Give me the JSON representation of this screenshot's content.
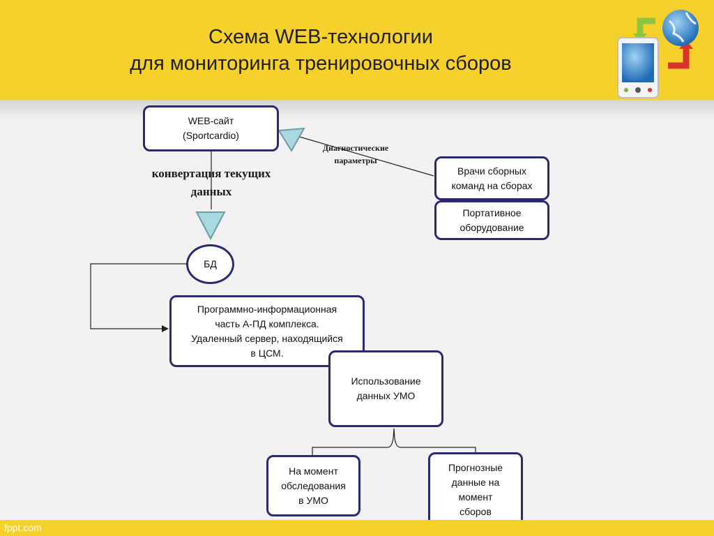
{
  "title": {
    "line1": "Схема WEB-технологии",
    "line2": "для мониторинга тренировочных сборов"
  },
  "nodes": {
    "web_site": {
      "line1": "WEB-сайт",
      "line2": "(Sportcardio)"
    },
    "doctors": {
      "line1": "Врачи сборных",
      "line2": "команд на сборах"
    },
    "portable": {
      "line1": "Портативное",
      "line2": "оборудование"
    },
    "db": {
      "label": "БД"
    },
    "server": {
      "line1": "Программно-информационная",
      "line2": "часть А-ПД комплекса.",
      "line3": "Удаленный сервер, находящийся",
      "line4": "в ЦСМ."
    },
    "usage": {
      "line1": "Использование",
      "line2": "данных УМО"
    },
    "at_moment": {
      "line1": "На момент",
      "line2": "обследования",
      "line3": "в  УМО"
    },
    "forecast": {
      "line1": "Прогнозные",
      "line2": "данные на",
      "line3": "момент",
      "line4": "сборов"
    }
  },
  "labels": {
    "conversion_line1": "конвертация текущих",
    "conversion_line2": "данных",
    "diag_line1": "Диагностические",
    "diag_line2": "параметры"
  },
  "footer": {
    "brand": "fppt.com"
  },
  "colors": {
    "header_bg": "#f6d12c",
    "box_border": "#2b2a6e",
    "arrow_fill": "#a8d8e0",
    "arrow_stroke": "#6f9aa6"
  }
}
